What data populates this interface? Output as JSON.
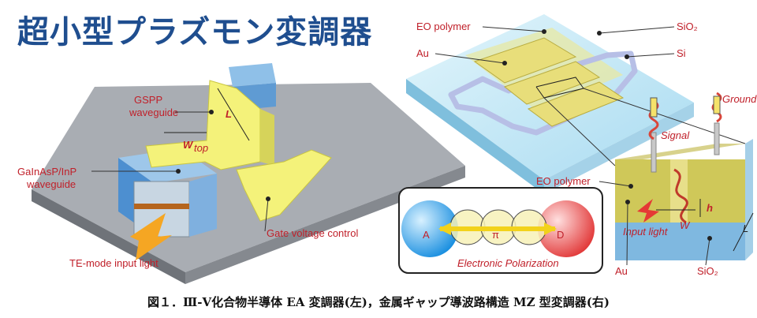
{
  "title": "超小型プラズモン変調器",
  "caption": "図１．Ⅲ-Ⅴ化合物半導体 EA 変調器(左)，金属ギャップ導波路構造 MZ 型変調器(右)",
  "left_diagram": {
    "gspp_line1": "GSPP",
    "gspp_line2": "waveguide",
    "length_label": "L",
    "width_label": "W",
    "width_sub": "top",
    "gainasp_line1": "GaInAsP/InP",
    "gainasp_line2": "waveguide",
    "gate_label": "Gate voltage control",
    "input_label": "TE-mode input light"
  },
  "right_diagram": {
    "eo_polymer_top": "EO polymer",
    "sio2_top": "SiO₂",
    "au_top": "Au",
    "si_label": "Si",
    "ground_label": "Ground",
    "signal_label": "Signal",
    "eo_polymer_side": "EO polymer",
    "h_label": "h",
    "w_label": "W",
    "l_label": "L",
    "input_light": "Input light",
    "au_bottom": "Au",
    "sio2_bottom": "SiO₂",
    "molecule_a": "A",
    "molecule_pi": "π",
    "molecule_d": "D",
    "polarization_label": "Electronic Polarization"
  }
}
